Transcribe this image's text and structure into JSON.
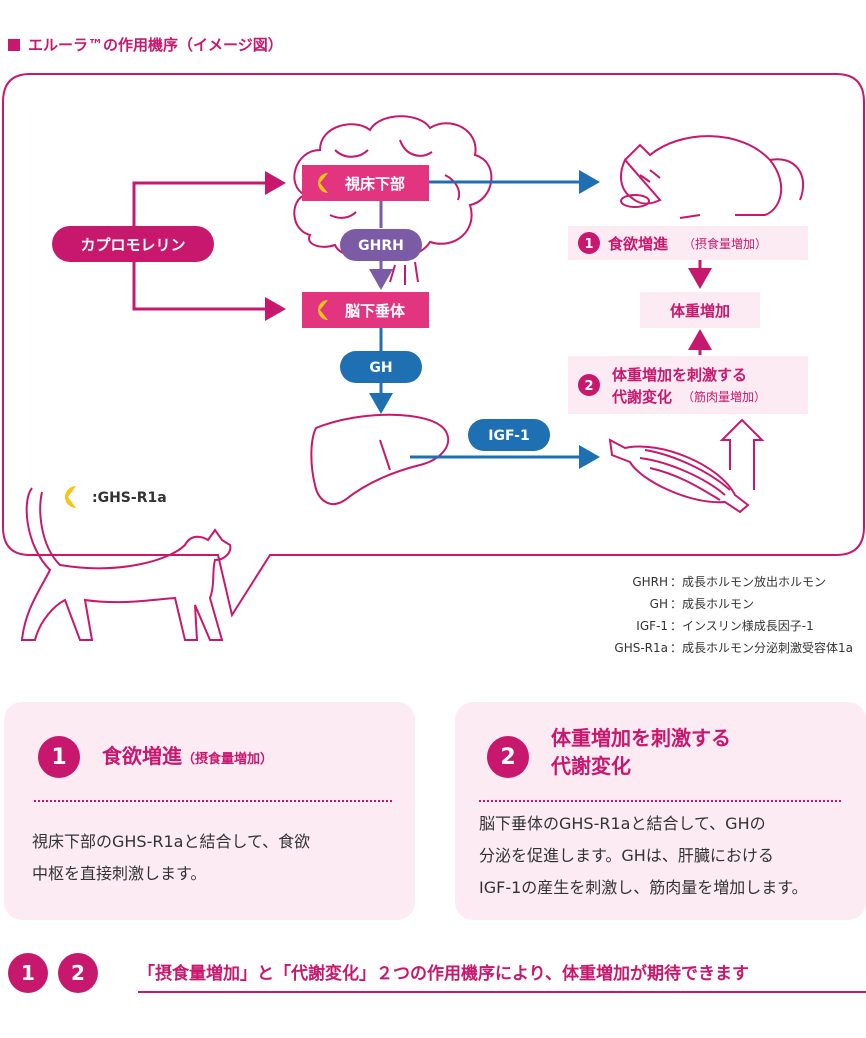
{
  "title": "エルーラ™の作用機序（イメージ図）",
  "diagram": {
    "drug": "カプロモレリン",
    "hypothalamus": "視床下部",
    "ghrh": "GHRH",
    "pituitary": "脳下垂体",
    "gh": "GH",
    "igf1": "IGF-1",
    "receptor_label": ":GHS-R1a",
    "effect1_num": "1",
    "effect1_main": "食欲増進",
    "effect1_sub": "（摂食量増加）",
    "weight_gain": "体重増加",
    "effect2_num": "2",
    "effect2_line1": "体重増加を刺激する",
    "effect2_line2_main": "代謝変化",
    "effect2_line2_sub": "（筋肉量増加）"
  },
  "legend": [
    {
      "abbr": "GHRH",
      "desc": "：成長ホルモン放出ホルモン"
    },
    {
      "abbr": "GH",
      "desc": "：成長ホルモン"
    },
    {
      "abbr": "IGF-1",
      "desc": "：インスリン様成長因子-1"
    },
    {
      "abbr": "GHS-R1a",
      "desc": "：成長ホルモン分泌刺激受容体1a"
    }
  ],
  "cards": [
    {
      "num": "1",
      "title": "食欲増進",
      "title_sub": "（摂食量増加）",
      "body": [
        "視床下部のGHS-R1aと結合して、食欲",
        "中枢を直接刺激します。"
      ]
    },
    {
      "num": "2",
      "title_line1": "体重増加を刺激する",
      "title_line2": "代謝変化",
      "body": [
        "脳下垂体のGHS-R1aと結合して、GHの",
        "分泌を促進します。GHは、肝臓における",
        "IGF-1の産生を刺激し、筋肉量を増加します。"
      ]
    }
  ],
  "footer": {
    "num1": "1",
    "num2": "2",
    "text": "「摂食量増加」と「代謝変化」２つの作用機序により、体重増加が期待できます"
  },
  "colors": {
    "magenta": "#c8186e",
    "pink_box": "#e2347f",
    "purple": "#7b5aa6",
    "blue": "#1f6fb3",
    "yellow": "#f5c518",
    "light_pink": "#fcebf3"
  }
}
